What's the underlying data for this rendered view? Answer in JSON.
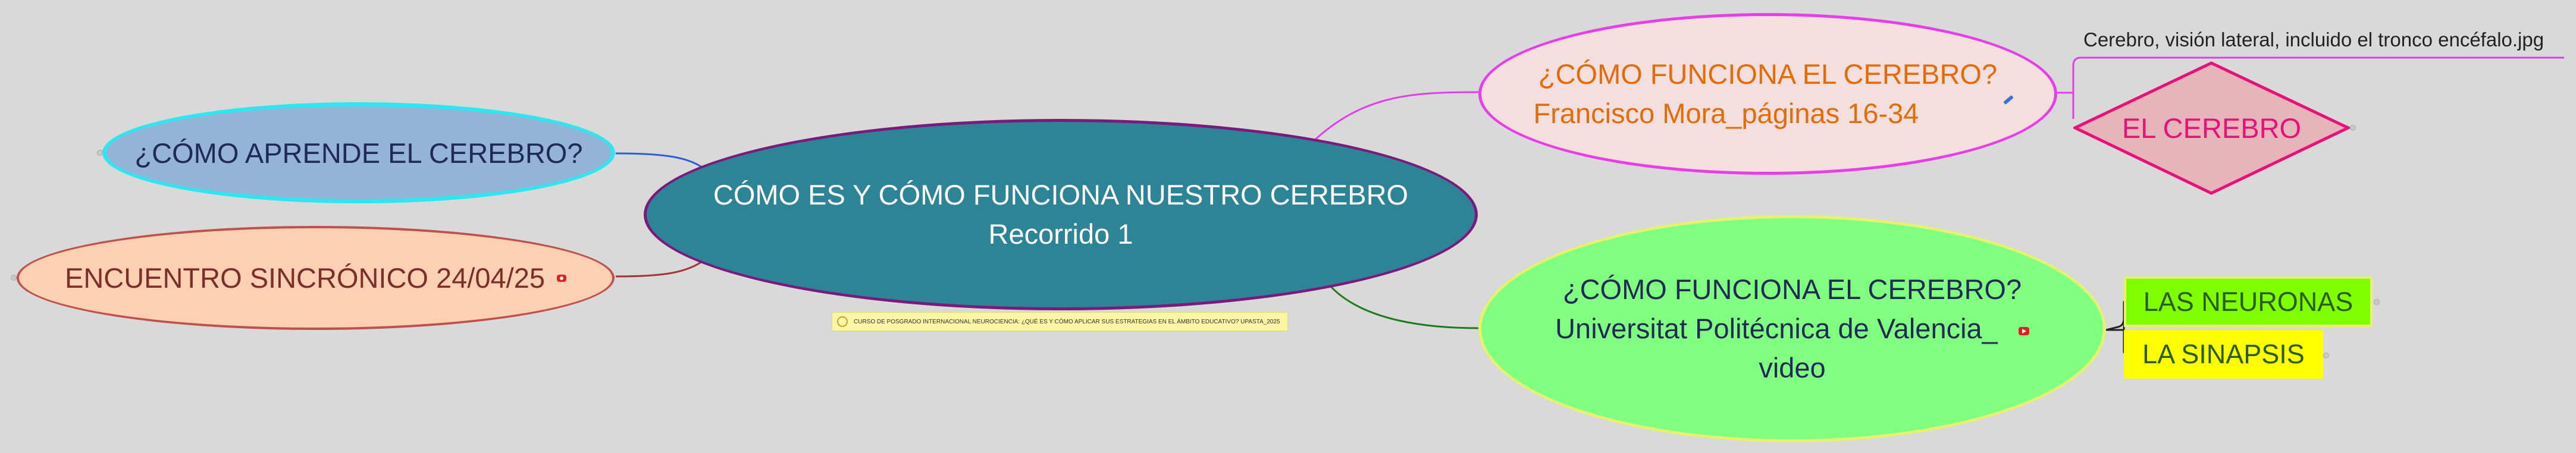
{
  "central": {
    "line1": "CÓMO ES Y CÓMO FUNCIONA NUESTRO CEREBRO",
    "line2": "Recorrido 1",
    "note": "CURSO DE POSGRADO INTERNACIONAL NEUROCIENCIA: ¿QUÉ ES Y CÓMO APLICAR SUS ESTRATEGIAS EN EL ÁMBITO EDUCATIVO? UPASTA_2025"
  },
  "left_nodes": {
    "aprende": "¿CÓMO APRENDE EL CEREBRO?",
    "encuentro": "ENCUENTRO SINCRÓNICO 24/04/25"
  },
  "mora": {
    "line1": "¿CÓMO FUNCIONA EL CEREBRO?",
    "line2": "Francisco Mora_páginas 16-34"
  },
  "upv": {
    "line1": "¿CÓMO FUNCIONA EL CEREBRO?",
    "line2": "Universitat Politécnica de Valencia_",
    "line3": "video"
  },
  "cerebro": {
    "caption": "Cerebro, visión lateral, incluido el tronco encéfalo.jpg",
    "label": "EL CEREBRO"
  },
  "children": {
    "neuronas": "LAS NEURONAS",
    "sinapsis": "LA SINAPSIS"
  },
  "icons": [
    "pencil-icon",
    "video-icon",
    "attachment-icon"
  ],
  "colors": {
    "background": "#d9d9d9",
    "central_fill": "#2e8497",
    "central_border": "#7b1a7b",
    "aprende_fill": "#95b3d7",
    "aprende_border": "#2ee6f0",
    "encuentro_fill": "#fdd0b4",
    "encuentro_border": "#c0504d",
    "mora_fill": "#f5dede",
    "mora_border": "#e83ee8",
    "mora_text": "#e36c0a",
    "upv_fill": "#80ff80",
    "upv_border": "#e8f070",
    "cerebro_fill": "#e8b4bc",
    "cerebro_border": "#e8117a",
    "neuronas_fill": "#80ff00",
    "sinapsis_fill": "#ffff00"
  }
}
